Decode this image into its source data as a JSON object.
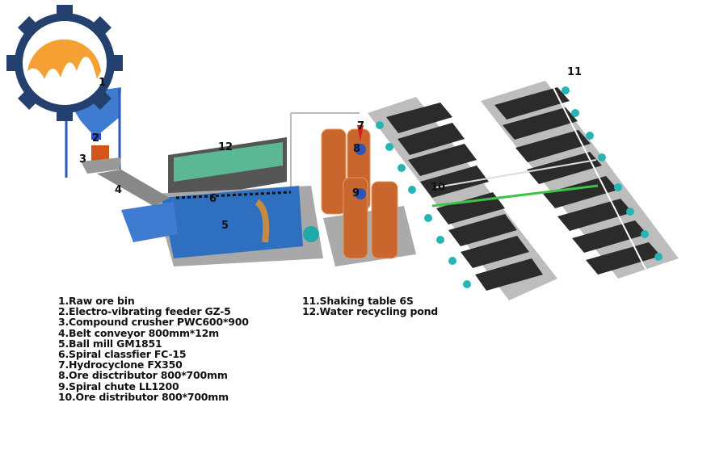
{
  "diagram": {
    "callouts": [
      "1",
      "2",
      "3",
      "4",
      "5",
      "6",
      "7",
      "8",
      "9",
      "10",
      "11",
      "12"
    ],
    "legend_left": [
      "1.Raw ore bin",
      "2.Electro-vibrating feeder GZ-5",
      "3.Compound crusher PWC600*900",
      "4.Belt conveyor 800mm*12m",
      "5.Ball mill GM1851",
      "6.Spiral classfier FC-15",
      "7.Hydrocyclone FX350",
      "8.Ore disctributor 800*700mm",
      "9.Spiral chute LL1200",
      "10.Ore distributor 800*700mm"
    ],
    "legend_right": [
      "11.Shaking table 6S",
      "12.Water recycling pond"
    ]
  },
  "logo": {
    "icon": "gear-sun-logo",
    "colors": {
      "gear": "#24406e",
      "sun": "#f5a032"
    }
  },
  "colors": {
    "equipment": "#2f6fc0",
    "pond": "#5cb894",
    "spiral": "#c8662e",
    "table": "#2a2a2a",
    "platform": "#b9b9b9",
    "pipe": "#3fc24a"
  }
}
